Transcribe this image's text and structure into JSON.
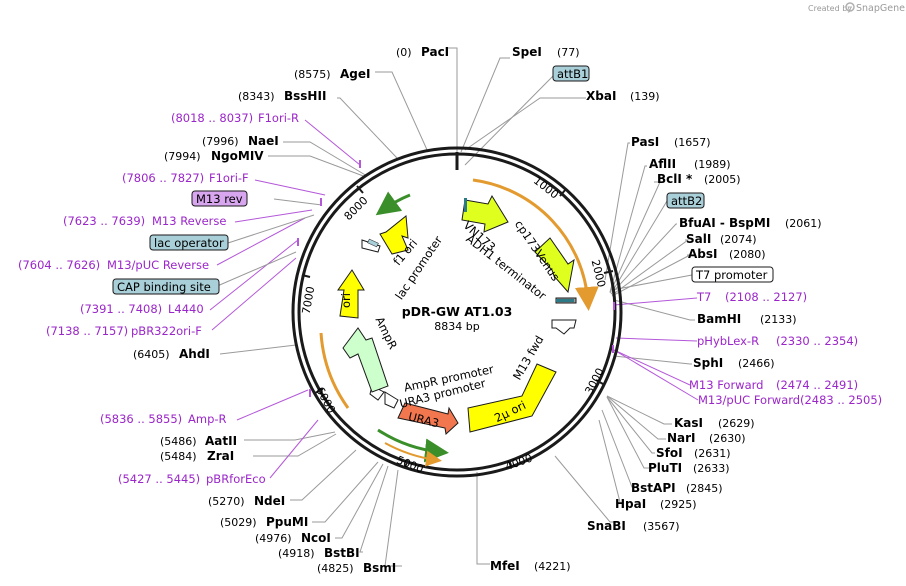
{
  "header": {
    "created_by": "Created by",
    "brand": "SnapGene"
  },
  "plasmid": {
    "name": "pDR-GW AT1.03",
    "size": "8834 bp"
  },
  "ring_ticks": [
    "1000",
    "2000",
    "3000",
    "4000",
    "5000",
    "6000",
    "7000",
    "8000"
  ],
  "enzymes": [
    {
      "pos": "(0)",
      "name": "PacI"
    },
    {
      "pos": "(8575)",
      "name": "AgeI"
    },
    {
      "pos": "(8343)",
      "name": "BssHII"
    },
    {
      "pos": "(7996)",
      "name": "NaeI"
    },
    {
      "pos": "(7994)",
      "name": "NgoMIV"
    },
    {
      "pos": "(6405)",
      "name": "AhdI"
    },
    {
      "pos": "(5486)",
      "name": "AatII"
    },
    {
      "pos": "(5484)",
      "name": "ZraI"
    },
    {
      "pos": "(5270)",
      "name": "NdeI"
    },
    {
      "pos": "(5029)",
      "name": "PpuMI"
    },
    {
      "pos": "(4976)",
      "name": "NcoI"
    },
    {
      "pos": "(4918)",
      "name": "BstBI"
    },
    {
      "pos": "(4825)",
      "name": "BsmI"
    },
    {
      "pos": "(4221)",
      "name": "MfeI"
    },
    {
      "pos": "(3567)",
      "name": "SnaBI"
    },
    {
      "pos": "(2925)",
      "name": "HpaI"
    },
    {
      "pos": "(2845)",
      "name": "BstAPI"
    },
    {
      "pos": "(2633)",
      "name": "PluTI"
    },
    {
      "pos": "(2631)",
      "name": "SfoI"
    },
    {
      "pos": "(2630)",
      "name": "NarI"
    },
    {
      "pos": "(2629)",
      "name": "KasI"
    },
    {
      "pos": "(2466)",
      "name": "SphI"
    },
    {
      "pos": "(2133)",
      "name": "BamHI"
    },
    {
      "pos": "(2080)",
      "name": "AbsI"
    },
    {
      "pos": "(2074)",
      "name": "SalI"
    },
    {
      "pos": "(2061)",
      "name": "BfuAI - BspMI"
    },
    {
      "pos": "(2005)",
      "name": "BclI *"
    },
    {
      "pos": "(1989)",
      "name": "AflII"
    },
    {
      "pos": "(1657)",
      "name": "PasI"
    },
    {
      "pos": "(139)",
      "name": "XbaI"
    },
    {
      "pos": "(77)",
      "name": "SpeI"
    }
  ],
  "primers": [
    {
      "range": "(8018 .. 8037)",
      "name": "F1ori-R"
    },
    {
      "range": "(7806 .. 7827)",
      "name": "F1ori-F"
    },
    {
      "range": "(7623 .. 7639)",
      "name": "M13 Reverse"
    },
    {
      "range": "(7604 .. 7626)",
      "name": "M13/pUC Reverse"
    },
    {
      "range": "(7391 .. 7408)",
      "name": "L4440"
    },
    {
      "range": "(7138 .. 7157)",
      "name": "pBR322ori-F"
    },
    {
      "range": "(5836 .. 5855)",
      "name": "Amp-R"
    },
    {
      "range": "(5427 .. 5445)",
      "name": "pBRforEco"
    },
    {
      "range": "(2108 .. 2127)",
      "name": "T7"
    },
    {
      "range": "(2330 .. 2354)",
      "name": "pHybLex-R"
    },
    {
      "range": "(2474 .. 2491)",
      "name": "M13 Forward"
    },
    {
      "range": "(2483 .. 2505)",
      "name": "M13/pUC Forward"
    }
  ],
  "feature_boxes": [
    {
      "name": "attB1",
      "fill": "#a9cfd8"
    },
    {
      "name": "attB2",
      "fill": "#a9cfd8"
    },
    {
      "name": "T7 promoter",
      "fill": "#ffffff"
    },
    {
      "name": "M13 rev",
      "fill": "#d8a6ee"
    },
    {
      "name": "lac operator",
      "fill": "#a9cfd8"
    },
    {
      "name": "CAP binding site",
      "fill": "#a9cfd8"
    }
  ],
  "features": [
    {
      "name": "VN173",
      "color": "#dfff1f"
    },
    {
      "name": "cp173Venus",
      "color": "#dfff1f"
    },
    {
      "name": "ADH1 terminator",
      "color": "#9e9e9e"
    },
    {
      "name": "M13 fwd",
      "color": "#ffffff"
    },
    {
      "name": "2μ ori",
      "color": "#ffff00"
    },
    {
      "name": "URA3",
      "color": "#f2774f"
    },
    {
      "name": "URA3 promoter",
      "color": "#ffffff"
    },
    {
      "name": "AmpR promoter",
      "color": "#ffffff"
    },
    {
      "name": "AmpR",
      "color": "#ccffcc"
    },
    {
      "name": "ori",
      "color": "#ffff00"
    },
    {
      "name": "f1 ori",
      "color": "#ffff00"
    },
    {
      "name": "lac promoter",
      "color": "#ffffff"
    }
  ]
}
